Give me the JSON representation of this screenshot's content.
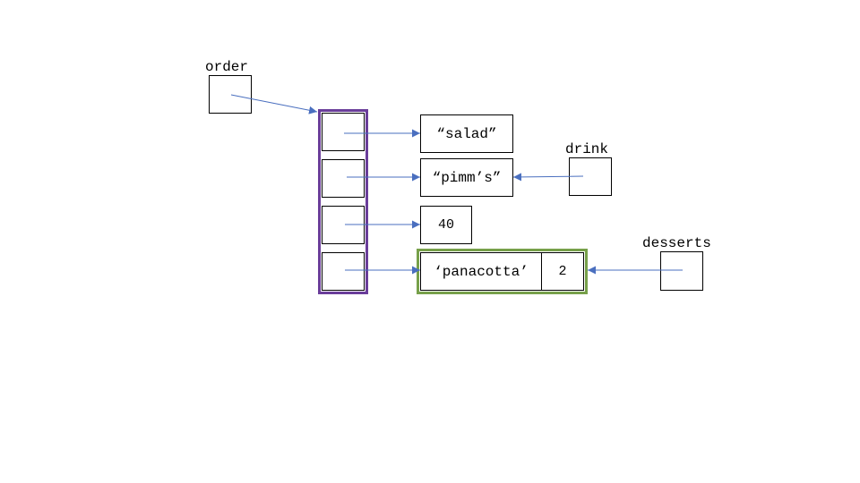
{
  "variables": {
    "order": "order",
    "drink": "drink",
    "desserts": "desserts"
  },
  "values": {
    "salad": "“salad”",
    "pimms": "“pimm’s”",
    "forty": "40",
    "tuple_first": "‘panacotta’",
    "tuple_second": "2"
  },
  "colors": {
    "arrow": "#4a6fbf",
    "list_outline": "#6a3d9a",
    "tuple_outline": "#77a04a"
  }
}
